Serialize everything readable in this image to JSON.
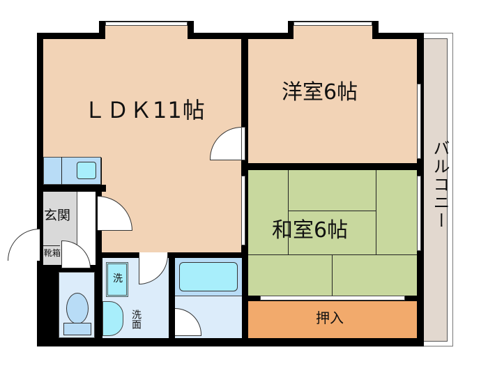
{
  "floorplan": {
    "rooms": [
      {
        "id": "ldk",
        "label": "ＬＤＫ11帖",
        "color": "#f2d3b6"
      },
      {
        "id": "western",
        "label": "洋室6帖",
        "color": "#f2d3b6"
      },
      {
        "id": "japanese",
        "label": "和室6帖",
        "color": "#c8d89e"
      },
      {
        "id": "closet",
        "label": "押入",
        "color": "#f2aa6c"
      },
      {
        "id": "balcony",
        "label": "バルコニー",
        "color": "#e2d8cf"
      },
      {
        "id": "entrance",
        "label": "玄関",
        "color": "#d9d9d9"
      },
      {
        "id": "shoe-box",
        "label": "靴箱",
        "color": "#d9d9d9"
      },
      {
        "id": "washroom",
        "label": "洗面",
        "color": "#dcecfa"
      },
      {
        "id": "washer",
        "label": "洗",
        "color": "#a8eefb"
      },
      {
        "id": "bath",
        "label": "",
        "color": "#dcecfa"
      },
      {
        "id": "toilet",
        "label": "",
        "color": "#dcecfa"
      }
    ],
    "colors": {
      "wall": "#000000",
      "fixture_blue": "#b8dcf6",
      "fixture_cyan": "#a8eefb",
      "background": "#ffffff"
    }
  }
}
